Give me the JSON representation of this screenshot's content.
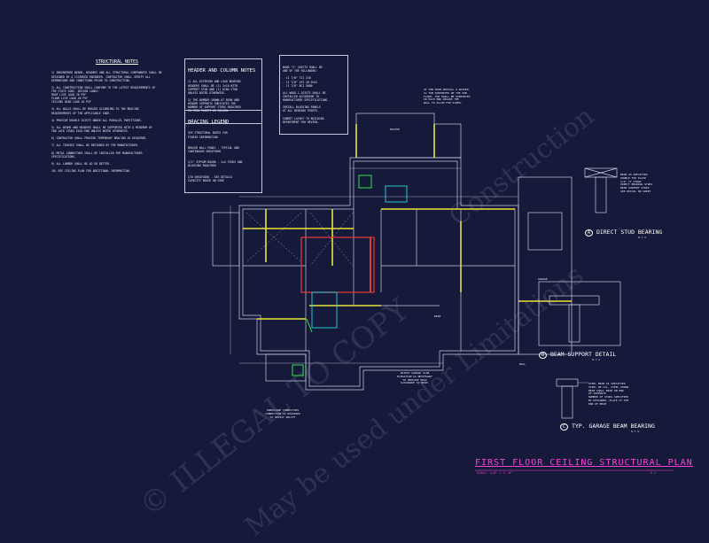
{
  "colors": {
    "background": "#161a3a",
    "linework": "#c8cce0",
    "beams": "#e8e23a",
    "walls_red": "#e83a3a",
    "title": "#ff3fd8",
    "accent_green": "#33e04a",
    "accent_cyan": "#2ad4e0"
  },
  "structural_notes": {
    "title": "STRUCTURAL NOTES",
    "body": "1) ENGINEERED BEAMS, HEADERS AND ALL STRUCTURAL COMPONENTS SHALL BE\nDESIGNED BY A LICENSED ENGINEER. CONTRACTOR SHALL VERIFY ALL\nDIMENSIONS AND CONDITIONS PRIOR TO CONSTRUCTION.\n\n2) ALL CONSTRUCTION SHALL CONFORM TO THE LATEST REQUIREMENTS OF\nTHE STATE CODE. DESIGN LOADS:\nROOF LIVE LOAD 20 PSF\nFLOOR LIVE LOAD 40 PSF\nCEILING DEAD LOAD 10 PSF\n\n3) ALL WALLS SHALL BE BRACED ACCORDING TO THE BRACING\nREQUIREMENTS OF THE APPLICABLE CODE.\n\n4) PROVIDE DOUBLE JOISTS UNDER ALL PARALLEL PARTITIONS.\n\n5) ALL BEAMS AND HEADERS SHALL BE SUPPORTED WITH A MINIMUM OF\nTWO JACK STUDS EACH END UNLESS NOTED OTHERWISE.\n\n6) CONTRACTOR SHALL PROVIDE TEMPORARY BRACING AS REQUIRED.\n\n7) ALL TRUSSES SHALL BE DESIGNED BY THE MANUFACTURER.\n\n8) METAL CONNECTORS SHALL BE INSTALLED PER MANUFACTURER\nSPECIFICATIONS.\n\n9) ALL LUMBER SHALL BE #2 OR BETTER.\n\n10) SEE CEILING PLAN FOR ADDITIONAL INFORMATION."
  },
  "header_notes": {
    "title": "HEADER AND COLUMN NOTES",
    "body": "1) ALL EXTERIOR AND LOAD BEARING\nHEADERS SHALL BE (2) 2x10 WITH\nSUPPORT STUD AND (1) KING STUD\nUNLESS NOTED OTHERWISE.\n\n2) THE NUMBER SHOWN AT BEAM AND\nHEADER SUPPORTS INDICATES THE\nNUMBER OF SUPPORT STUDS REQUIRED\nIN STUD PACKET OR COLUMN."
  },
  "bracing_legend": {
    "title": "BRACING LEGEND",
    "subtitle": "SEE STRUCTURAL NOTES FOR\nFINISH INFORMATION",
    "items": [
      "BRACED WALL PANEL - TYPICAL AND\nCONTINUOUS SHEATHING",
      "1/2\" GYPSUM BOARD - 2x4 STUDS AND\nBLOCKING REQUIRED",
      "LTB SHEATHING - SEE DETAILS\nCAPACITY BASED ON CODE"
    ]
  },
  "joist_notes": {
    "body": "WOOD \"I\" JOISTS SHALL BE\nONE OF THE FOLLOWING:\n\n- 11 7/8\" TJI 210\n- 11 7/8\" LPI 20 PLUS\n- 11 7/8\" BCI 5000\n\nALL WOOD I-JOISTS SHALL BE\nINSTALLED ACCORDING TO\nMANUFACTURER SPECIFICATIONS.\n\nINSTALL BLOCKING PANELS\nAT ALL BEARING POINTS.\n\nSUBMIT LAYOUT TO BUILDING\nDEPARTMENT FOR REVIEW."
  },
  "upper_right_note": "AT TUB SPAN INSTALL A RAISED\n2x TUB SUPPORTED ON THE SUB\nFLOOR. TUB SHALL BE SUPPORTED\nIN EACH END INSIDE THE\nWALL TO ALLOW FOR SCREW.",
  "beam_callout_note": "BEAM AS SPECIFIED\nDOUBLE TOP PLATE\n1/2\" CT STRAP\nDIRECT BEARING STUDS\nBEAM SUPPORT STUDS\nSEE DETAIL ON SHEET",
  "garage_beam_note": "STEEL BEAM AS SPECIFIED\nSTEEL OR LVL, STEEL SHOWN\nBEAM SHALL BEAR ON END\nOF SUPPORTS\nNUMBER OF STUDS SPECIFIED\nBY DESIGNER, PLACE AT THE\nEND OF BEAM",
  "plan_title": "FIRST FLOOR CEILING STRUCTURAL PLAN",
  "plan_scale": "SCALE: 1/4\" = 1'-0\"",
  "plan_sheet": "S-1",
  "details": [
    {
      "label": "DIRECT STUD BEARING",
      "num": "A",
      "scale": "N.T.S."
    },
    {
      "label": "BEAM SUPPORT DETAIL",
      "num": "B",
      "scale": "N.T.S."
    },
    {
      "label": "TYP. GARAGE BEAM BEARING",
      "num": "C",
      "scale": "N.T.S."
    }
  ],
  "watermark": {
    "line1": "© ILLEGAL TO COPY",
    "line2": "May be used under Limitations",
    "line3": "Construction"
  },
  "plan_labels": {
    "room_garage": "GARAGE",
    "room_master": "MASTER",
    "beam_label": "BEAM",
    "wall_label": "WALL",
    "rim_note": "ADJUST GARAGE SLAB\nELEVATION AS NECESSARY\nTO PROVIDE HEAD\nCLEARANCE AT BEAM.",
    "hanger_note": "HURRICANE CONNECTORS\nCONNECTION AS REQUIRED\nTO RESIST UPLIFT"
  }
}
